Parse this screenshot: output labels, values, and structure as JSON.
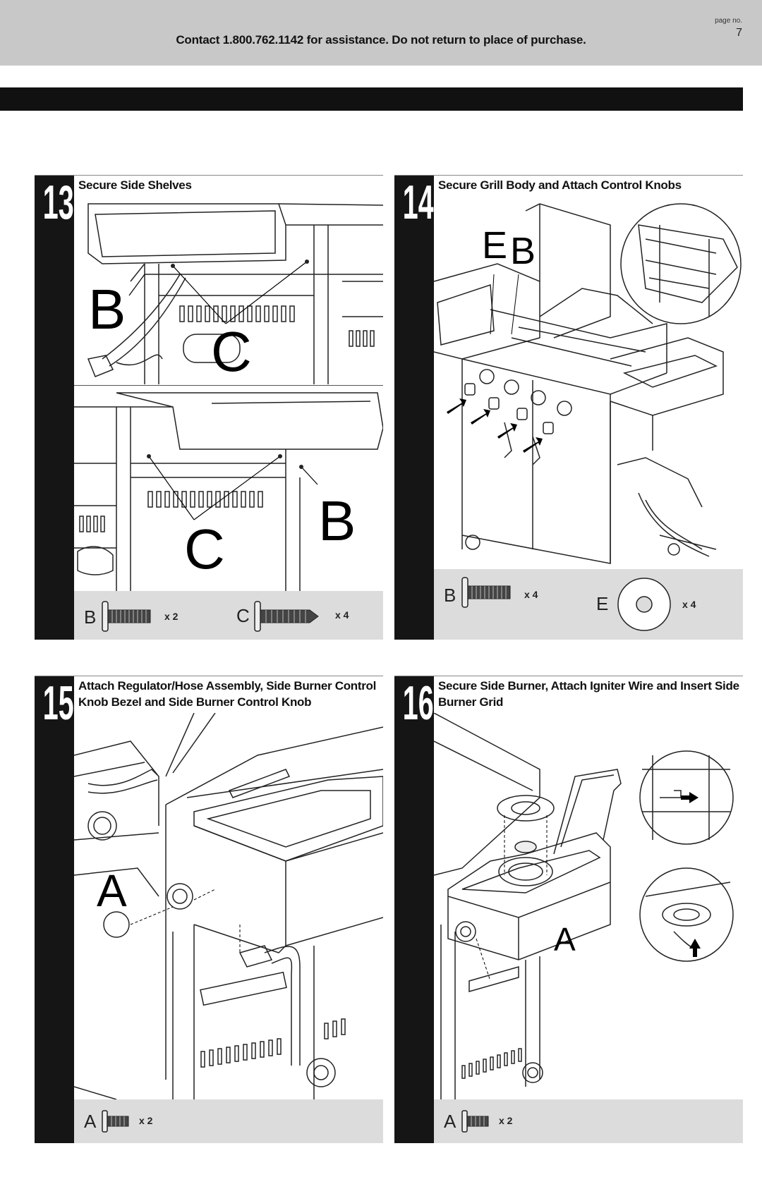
{
  "header": {
    "contact": "Contact 1.800.762.1142 for assistance. Do not return to place of purchase.",
    "page_label": "page no.",
    "page_number": "7"
  },
  "steps": [
    {
      "number": "13",
      "title": "Secure Side Shelves",
      "callouts": [
        "B",
        "C",
        "C",
        "B"
      ],
      "hardware": [
        {
          "letter": "B",
          "qty": "x 2"
        },
        {
          "letter": "C",
          "qty": "x 4"
        }
      ]
    },
    {
      "number": "14",
      "title": "Secure Grill Body and Attach Control Knobs",
      "callouts": [
        "E",
        "B"
      ],
      "hardware": [
        {
          "letter": "B",
          "qty": "x 4"
        },
        {
          "letter": "E",
          "qty": "x 4"
        }
      ]
    },
    {
      "number": "15",
      "title_line1": "Attach Regulator/Hose Assembly, Side Burner Control",
      "title_line2": "Knob Bezel and Side Burner Control Knob",
      "callouts": [
        "A"
      ],
      "hardware": [
        {
          "letter": "A",
          "qty": "x 2"
        }
      ]
    },
    {
      "number": "16",
      "title_line1": "Secure Side Burner, Attach Igniter Wire and Insert Side",
      "title_line2": "Burner Grid",
      "callouts": [
        "A"
      ],
      "hardware": [
        {
          "letter": "A",
          "qty": "x 2"
        }
      ]
    }
  ]
}
